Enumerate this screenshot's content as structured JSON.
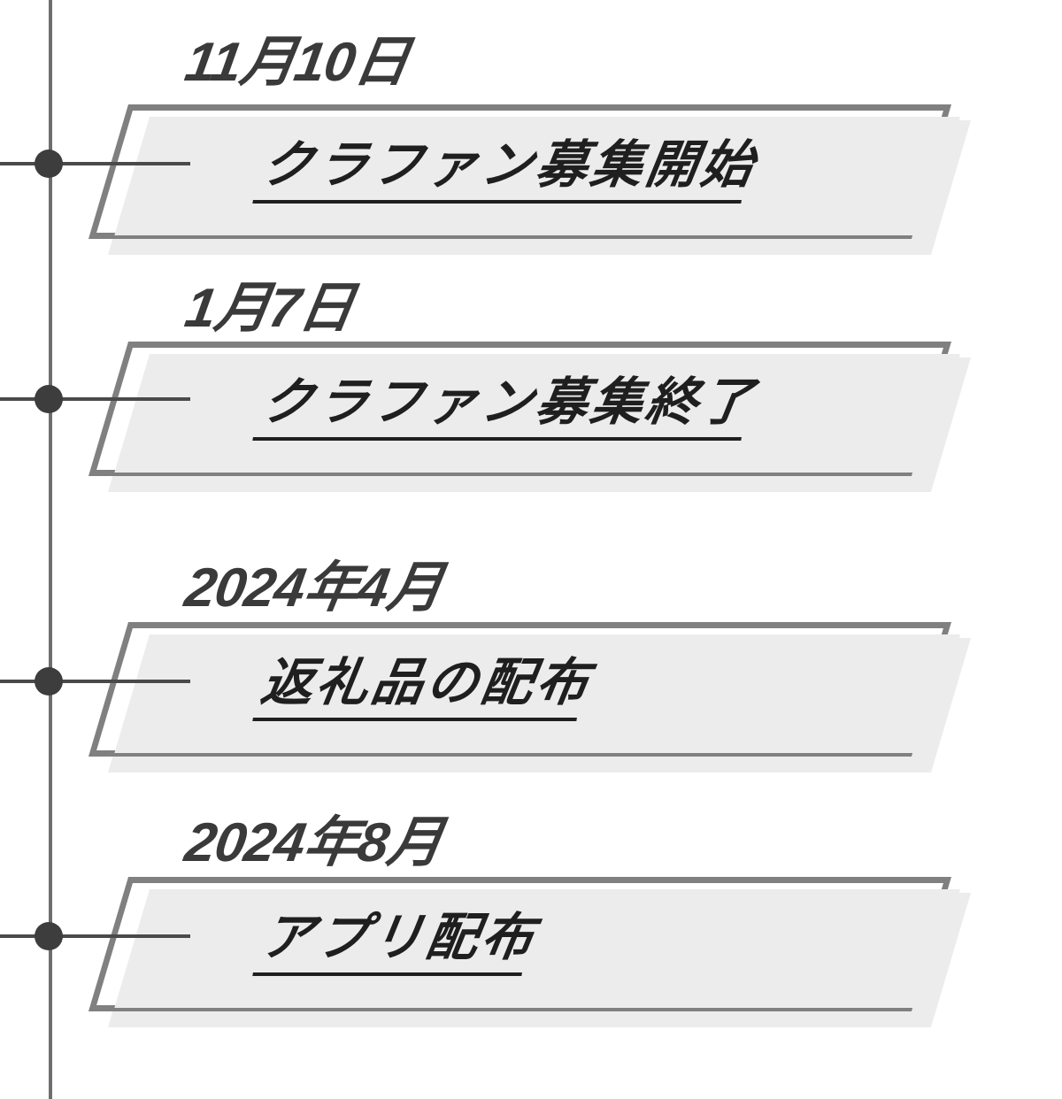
{
  "theme": {
    "background": "#ffffff",
    "axis_color": "#6e6e6e",
    "node_color": "#3d3d3d",
    "connector_color": "#4a4a4a",
    "card_border": "#808080",
    "card_fill": "#ececec",
    "card_shadow": "#ececec",
    "date_text_color": "#3a3a3a",
    "label_text_color": "#1f1f1f"
  },
  "timeline": {
    "orientation": "vertical",
    "events": [
      {
        "date": "11月10日",
        "label": "クラファン募集開始"
      },
      {
        "date": "1月7日",
        "label": "クラファン募集終了"
      },
      {
        "date": "2024年4月",
        "label": "返礼品の配布"
      },
      {
        "date": "2024年8月",
        "label": "アプリ配布"
      }
    ]
  }
}
